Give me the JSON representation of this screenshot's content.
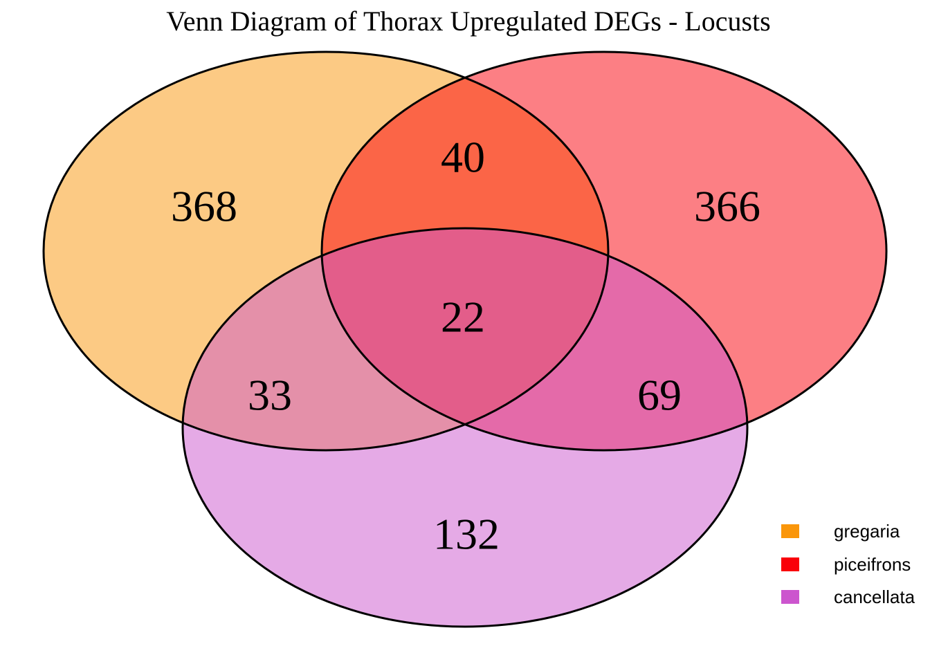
{
  "chart_data": {
    "type": "venn",
    "title": "Venn Diagram of Thorax Upregulated DEGs - Locusts",
    "sets": [
      {
        "name": "gregaria",
        "color": "#FA960A"
      },
      {
        "name": "piceifrons",
        "color": "#F9000A"
      },
      {
        "name": "cancellata",
        "color": "#CC55CE"
      }
    ],
    "regions": {
      "gregaria_only": 368,
      "piceifrons_only": 366,
      "cancellata_only": 132,
      "gregaria_piceifrons": 40,
      "gregaria_cancellata": 33,
      "piceifrons_cancellata": 69,
      "gregaria_piceifrons_cancellata": 22
    },
    "legend_position": "lower right",
    "background_color": "#ffffff",
    "outline_color": "#000000"
  }
}
